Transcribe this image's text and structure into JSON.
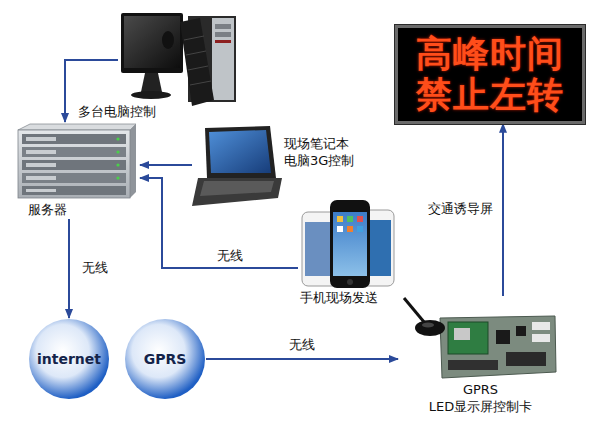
{
  "diagram": {
    "nodes": [
      {
        "text": [
          "多台电脑控制"
        ]
      },
      {
        "text": [
          "高峰时间",
          "禁止左转"
        ]
      },
      {
        "text": [
          "服务器"
        ]
      },
      {
        "text": [
          "现场笔记本 电脑3G控制"
        ]
      },
      {
        "text": [
          "手机现场发送"
        ]
      },
      {
        "text": [
          "internet"
        ]
      },
      {
        "text": [
          "GPRS"
        ]
      },
      {
        "text": [
          "GPRS LED显示屏控制卡"
        ]
      }
    ],
    "edges": [
      {
        "from": 0,
        "to": 2,
        "arrow": "to"
      },
      {
        "from": 3,
        "to": 2,
        "arrow": "to"
      },
      {
        "from": 4,
        "to": 2,
        "label": "无线",
        "arrow": "to"
      },
      {
        "from": 2,
        "to": 5,
        "label": "无线",
        "arrow": "to"
      },
      {
        "from": 6,
        "to": 7,
        "label": "无线",
        "arrow": "to"
      },
      {
        "from": 7,
        "to": 1,
        "label": "交通诱导屏",
        "arrow": "to"
      }
    ]
  }
}
